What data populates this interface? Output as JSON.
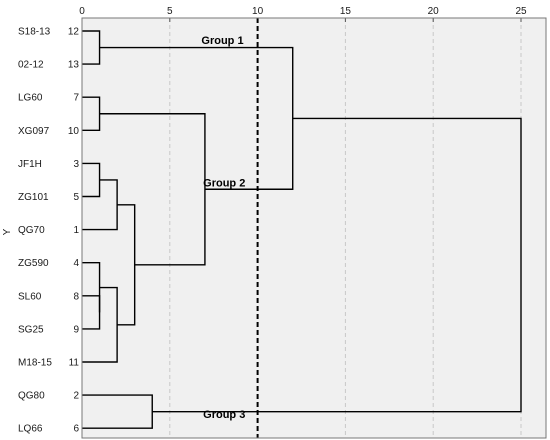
{
  "chart_data": {
    "type": "dendrogram",
    "ylabel": "Y",
    "x_ticks": [
      0,
      5,
      10,
      15,
      20,
      25
    ],
    "xlim": [
      0,
      25
    ],
    "cut_line": 10,
    "leaves": [
      {
        "label": "S18-13",
        "number": "12"
      },
      {
        "label": "02-12",
        "number": "13"
      },
      {
        "label": "LG60",
        "number": "7"
      },
      {
        "label": "XG097",
        "number": "10"
      },
      {
        "label": "JF1H",
        "number": "3"
      },
      {
        "label": "ZG101",
        "number": "5"
      },
      {
        "label": "QG70",
        "number": "1"
      },
      {
        "label": "ZG590",
        "number": "4"
      },
      {
        "label": "SL60",
        "number": "8"
      },
      {
        "label": "SG25",
        "number": "9"
      },
      {
        "label": "M18-15",
        "number": "11"
      },
      {
        "label": "QG80",
        "number": "2"
      },
      {
        "label": "LQ66",
        "number": "6"
      }
    ],
    "merges": [
      {
        "a": "L0",
        "b": "L1",
        "height": 1
      },
      {
        "a": "L2",
        "b": "L3",
        "height": 1
      },
      {
        "a": "L4",
        "b": "L5",
        "height": 1
      },
      {
        "a": "L8",
        "b": "L9",
        "height": 1
      },
      {
        "a": "L7",
        "b": "N3",
        "height": 1
      },
      {
        "a": "N4",
        "b": "L10",
        "height": 2
      },
      {
        "a": "N2",
        "b": "L6",
        "height": 2
      },
      {
        "a": "N6",
        "b": "N5",
        "height": 3
      },
      {
        "a": "N1",
        "b": "N7",
        "height": 7
      },
      {
        "a": "L11",
        "b": "L12",
        "height": 4
      },
      {
        "a": "N0",
        "b": "N8",
        "height": 12
      },
      {
        "a": "N10",
        "b": "N9",
        "height": 25
      }
    ],
    "groups": [
      {
        "label": "Group 1",
        "anchor_leaf": 0,
        "x": 8
      },
      {
        "label": "Group 2",
        "anchor_leaf": 4.3,
        "x": 8.1
      },
      {
        "label": "Group 3",
        "anchor_leaf": 11.3,
        "x": 8.1
      }
    ],
    "colors": {
      "plot_background": "#f0f0f0",
      "line": "#000000",
      "grid": "#c8c8c8",
      "border": "#777777"
    }
  }
}
